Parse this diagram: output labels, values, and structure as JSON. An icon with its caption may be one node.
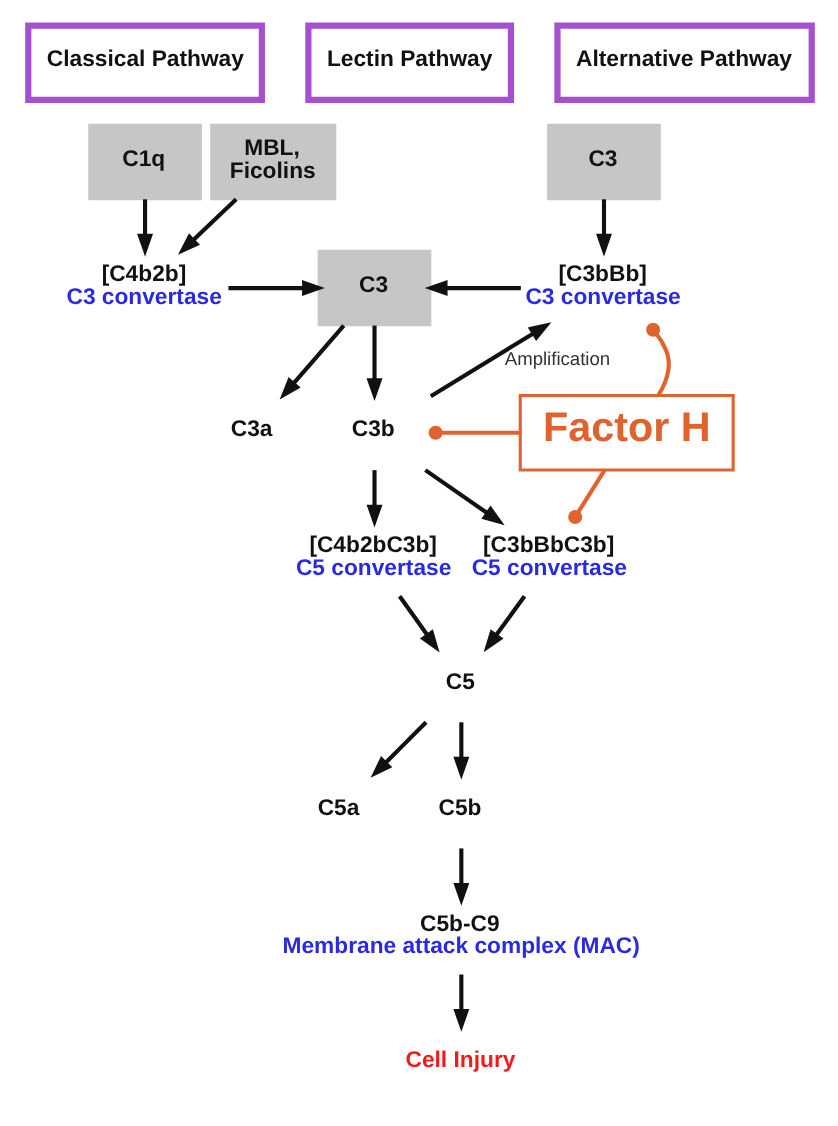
{
  "diagram": {
    "nodes": [
      {
        "text": [
          "Classical Pathway"
        ]
      },
      {
        "text": [
          "Lectin Pathway"
        ]
      },
      {
        "text": [
          "Alternative Pathway"
        ]
      },
      {
        "text": [
          "C1q"
        ]
      },
      {
        "text": [
          "MBL, Ficolins"
        ]
      },
      {
        "text": [
          "C3"
        ]
      },
      {
        "text": [
          "[C4b2b]",
          "C3 convertase"
        ]
      },
      {
        "text": [
          "C3"
        ]
      },
      {
        "text": [
          "[C3bBb]",
          "C3 convertase"
        ]
      },
      {
        "text": [
          "C3a"
        ]
      },
      {
        "text": [
          "C3b"
        ]
      },
      {
        "text": [
          "Factor H"
        ]
      },
      {
        "text": [
          "[C4b2bC3b]",
          "C5 convertase"
        ]
      },
      {
        "text": [
          "[C3bBbC3b]",
          "C5 convertase"
        ]
      },
      {
        "text": [
          "C5"
        ]
      },
      {
        "text": [
          "C5a"
        ]
      },
      {
        "text": [
          "C5b"
        ]
      },
      {
        "text": [
          "C5b-C9",
          "Membrane attack complex (MAC)"
        ]
      },
      {
        "text": [
          "Cell Injury"
        ]
      }
    ],
    "edges": [
      {
        "from": 3,
        "to": 6,
        "arrow": "to"
      },
      {
        "from": 4,
        "to": 6,
        "arrow": "to"
      },
      {
        "from": 5,
        "to": 8,
        "arrow": "to"
      },
      {
        "from": 6,
        "to": 7,
        "arrow": "to"
      },
      {
        "from": 8,
        "to": 7,
        "arrow": "to"
      },
      {
        "from": 7,
        "to": 9,
        "arrow": "to"
      },
      {
        "from": 7,
        "to": 10,
        "arrow": "to"
      },
      {
        "from": 10,
        "to": 8,
        "arrow": "to",
        "label": "Amplification"
      },
      {
        "from": 11,
        "to": 8,
        "arrow": "other",
        "color": "#e0622e"
      },
      {
        "from": 11,
        "to": 10,
        "arrow": "other",
        "color": "#e0622e"
      },
      {
        "from": 11,
        "to": 13,
        "arrow": "other",
        "color": "#e0622e"
      },
      {
        "from": 10,
        "to": 12,
        "arrow": "to"
      },
      {
        "from": 10,
        "to": 13,
        "arrow": "to"
      },
      {
        "from": 12,
        "to": 14,
        "arrow": "to"
      },
      {
        "from": 13,
        "to": 14,
        "arrow": "to"
      },
      {
        "from": 14,
        "to": 15,
        "arrow": "to"
      },
      {
        "from": 14,
        "to": 16,
        "arrow": "to"
      },
      {
        "from": 16,
        "to": 17,
        "arrow": "to"
      },
      {
        "from": 17,
        "to": 18,
        "arrow": "to"
      }
    ]
  }
}
